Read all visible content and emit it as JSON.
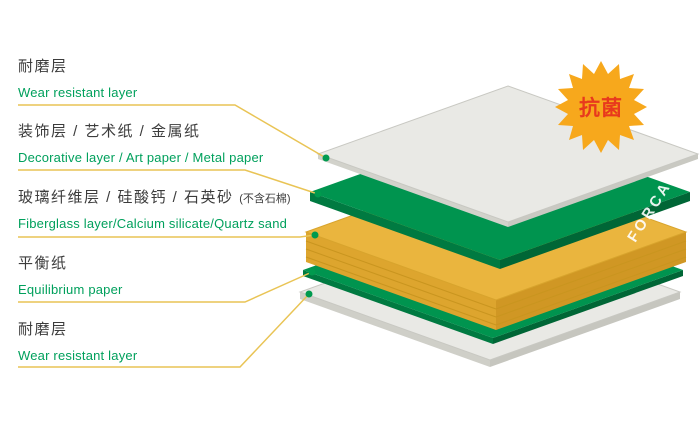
{
  "labels": [
    {
      "cn": "耐磨层",
      "en": "Wear resistant layer"
    },
    {
      "cn": "装饰层 / 艺术纸 / 金属纸",
      "en": "Decorative layer / Art paper / Metal paper"
    },
    {
      "cn": "玻璃纤维层 / 硅酸钙 / 石英砂",
      "note": "(不含石棉)",
      "en": "Fiberglass layer/Calcium silicate/Quartz sand"
    },
    {
      "cn": "平衡纸",
      "en": "Equilibrium paper"
    },
    {
      "cn": "耐磨层",
      "en": "Wear resistant layer"
    }
  ],
  "badge": {
    "label": "抗菌"
  },
  "brand": {
    "label": "FORCA"
  },
  "colors": {
    "label_cn": "#3c3c3c",
    "label_en": "#00a05c",
    "leader_line": "#e9c455",
    "dot": "#009a4e",
    "layer_green": "#00944f",
    "layer_green_side_left": "#007a41",
    "layer_green_side_right": "#006636",
    "layer_yellow": "#eab53e",
    "layer_yellow_side_left": "#dda52e",
    "layer_yellow_side_right": "#d09724",
    "layer_yellow_stripe": "#c9951f",
    "layer_gray": "#e9e9e5",
    "layer_gray_side": "#d2d2cb",
    "badge_fill": "#f7a81c",
    "badge_text": "#e8391d",
    "brand_text": "#ffffff"
  }
}
